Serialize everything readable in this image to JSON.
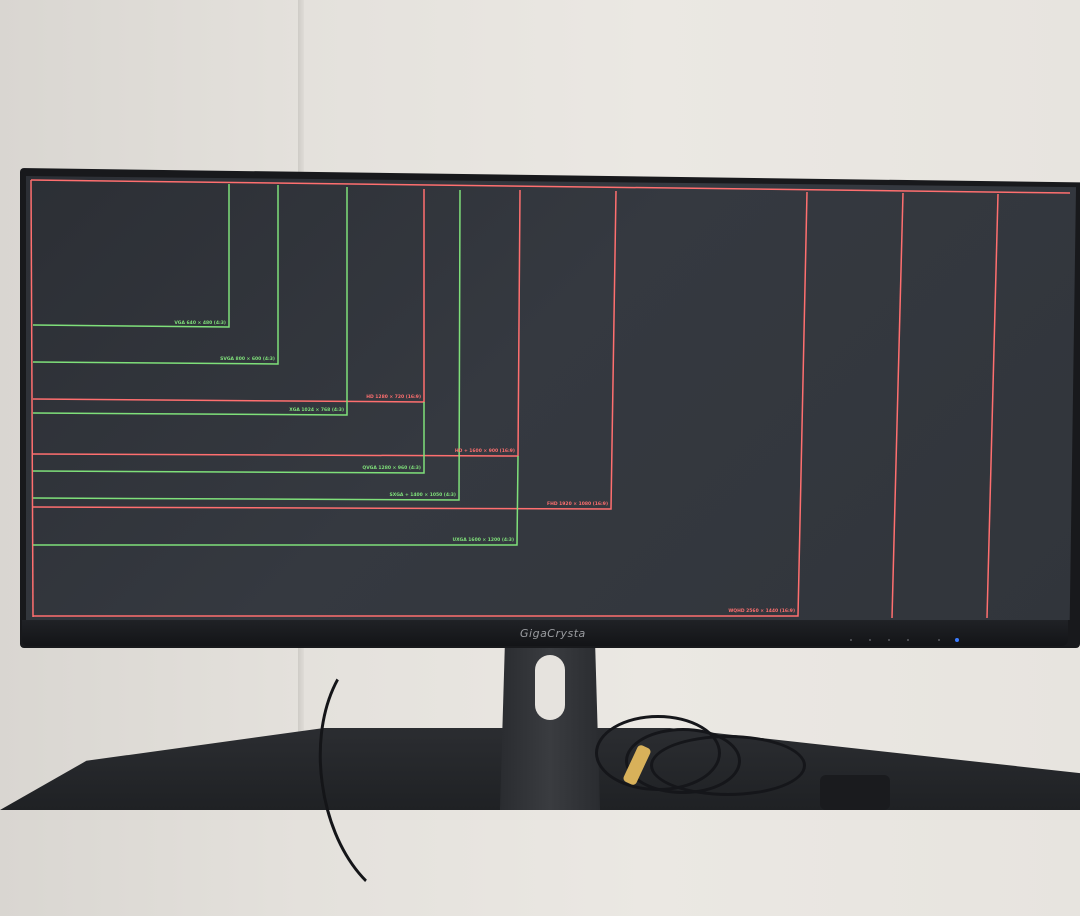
{
  "monitor": {
    "brand": "GigaCrysta"
  },
  "colors": {
    "green": "#7fe07a",
    "red": "#ff6f6f"
  },
  "resolutions": [
    {
      "id": "vga",
      "label": "VGA 640 × 480 (4:3)",
      "color": "green"
    },
    {
      "id": "svga",
      "label": "SVGA 800 × 600 (4:3)",
      "color": "green"
    },
    {
      "id": "hd720",
      "label": "HD 1280 × 720 (16:9)",
      "color": "red"
    },
    {
      "id": "xga",
      "label": "XGA 1024 × 768 (4:3)",
      "color": "green"
    },
    {
      "id": "qvga",
      "label": "QVGA 1280 × 960 (4:3)",
      "color": "green"
    },
    {
      "id": "hdplus",
      "label": "HD + 1600 × 900 (16:9)",
      "color": "red"
    },
    {
      "id": "sxgaplus",
      "label": "SXGA + 1400 × 1050 (4:3)",
      "color": "green"
    },
    {
      "id": "fhd",
      "label": "FHD 1920 × 1080 (16:9)",
      "color": "red"
    },
    {
      "id": "uxga",
      "label": "UXGA 1600 × 1200 (4:3)",
      "color": "green"
    },
    {
      "id": "wqhd",
      "label": "WQHD 2560 × 1440 (16:9)",
      "color": "red"
    }
  ]
}
